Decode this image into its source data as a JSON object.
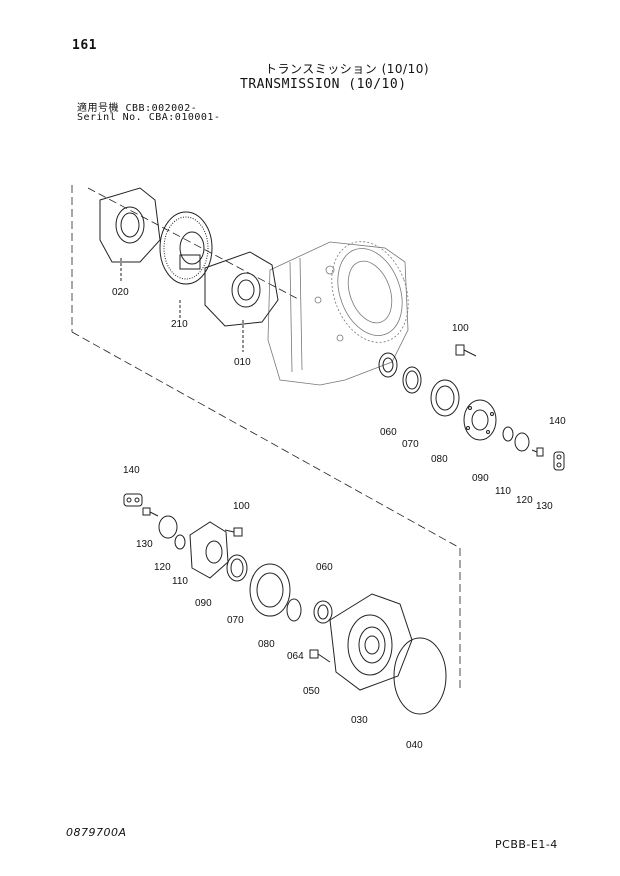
{
  "page_number": "161",
  "title_jp": "トランスミッション (10/10)",
  "title_en": "TRANSMISSION (10/10)",
  "serial": {
    "line1": "適用号機  CBB:002002-",
    "line2": "Serinl No. CBA:010001-"
  },
  "part_labels": {
    "p020": "020",
    "p210": "210",
    "p010": "010",
    "p100_top": "100",
    "p060_top": "060",
    "p070_top": "070",
    "p080_top": "080",
    "p090_top": "090",
    "p110_top": "110",
    "p120_top": "120",
    "p130_top": "130",
    "p140_top": "140",
    "p140_bot": "140",
    "p130_bot": "130",
    "p120_bot": "120",
    "p110_bot": "110",
    "p090_bot": "090",
    "p100_bot": "100",
    "p070_bot": "070",
    "p080_bot": "080",
    "p064": "064",
    "p060_bot": "060",
    "p050": "050",
    "p030": "030",
    "p040": "040"
  },
  "drawing_number": "0879700A",
  "page_code": "PCBB-E1-4"
}
